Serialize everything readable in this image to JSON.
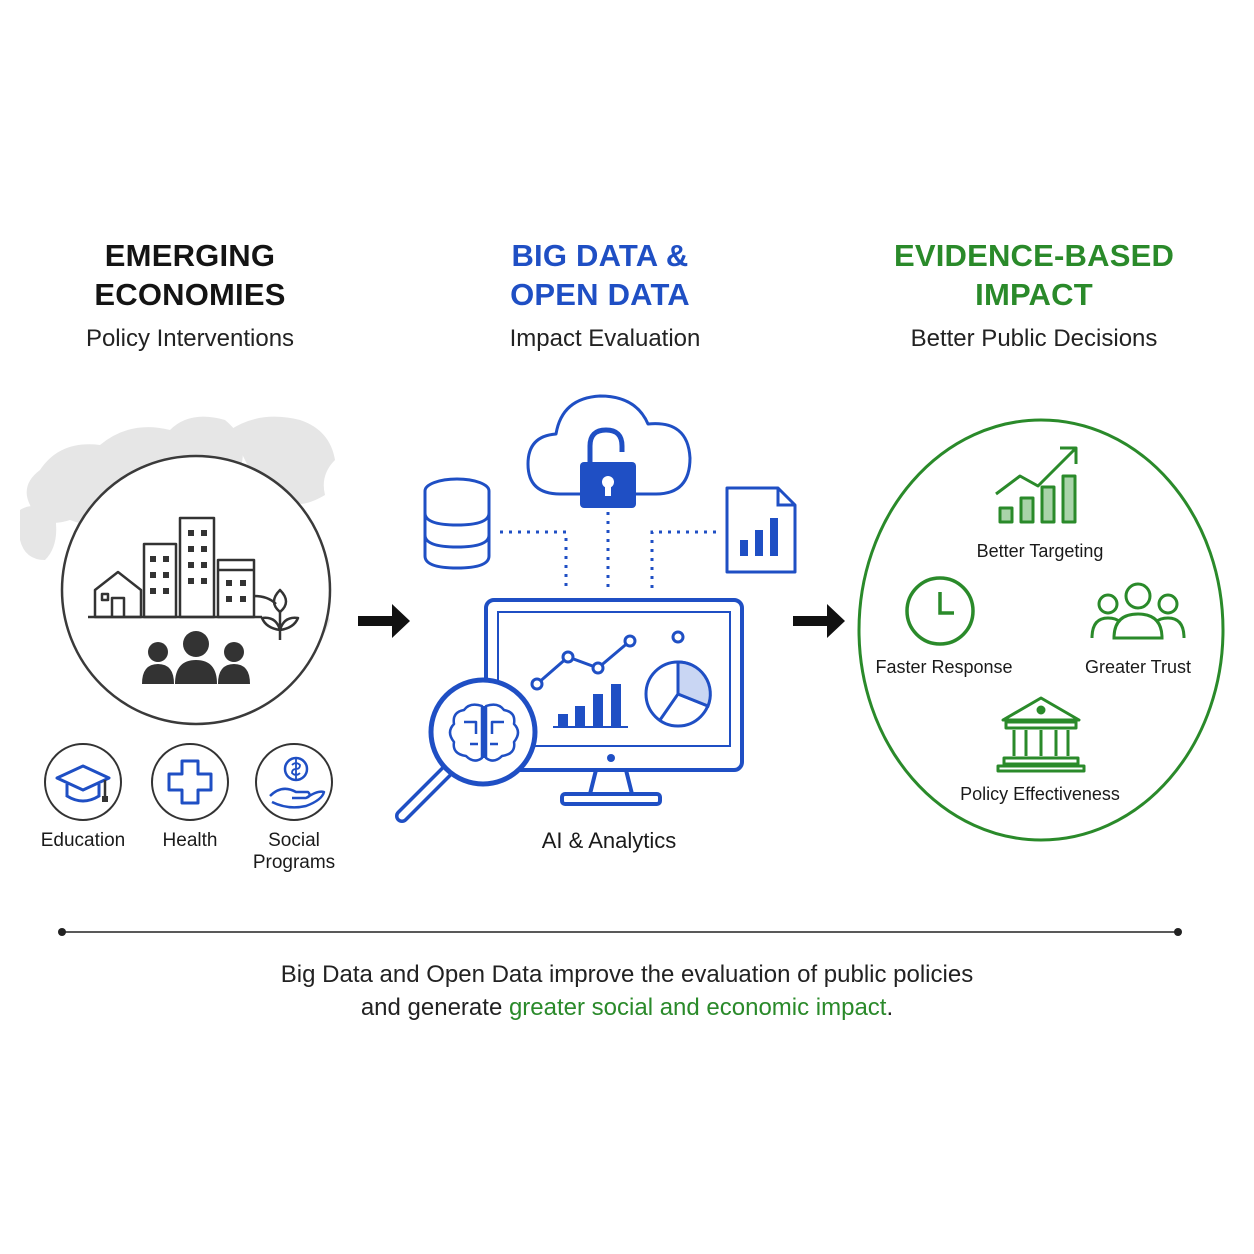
{
  "columns": {
    "left": {
      "title_line1": "EMERGING",
      "title_line2": "ECONOMIES",
      "subtitle": "Policy Interventions",
      "items": [
        {
          "label": "Education",
          "icon": "graduation-cap-icon"
        },
        {
          "label": "Health",
          "icon": "medical-cross-icon"
        },
        {
          "label_line1": "Social",
          "label_line2": "Programs",
          "icon": "hand-coin-icon"
        }
      ]
    },
    "middle": {
      "title_line1": "BIG DATA &",
      "title_line2": "OPEN DATA",
      "subtitle": "Impact Evaluation",
      "caption": "AI & Analytics"
    },
    "right": {
      "title_line1": "EVIDENCE-BASED",
      "title_line2": "IMPACT",
      "subtitle": "Better Public Decisions",
      "items": [
        {
          "label": "Better Targeting",
          "icon": "growth-chart-icon"
        },
        {
          "label": "Faster Response",
          "icon": "clock-icon"
        },
        {
          "label": "Greater Trust",
          "icon": "people-group-icon"
        },
        {
          "label": "Policy Effectiveness",
          "icon": "government-building-icon"
        }
      ]
    }
  },
  "footer": {
    "line1": "Big Data and Open Data improve the evaluation of public policies",
    "line2_prefix": "and generate ",
    "line2_highlight": "greater social and economic impact",
    "line2_suffix": "."
  },
  "colors": {
    "black": "#141414",
    "blue": "#1f4fc4",
    "green": "#2a8a2a"
  }
}
